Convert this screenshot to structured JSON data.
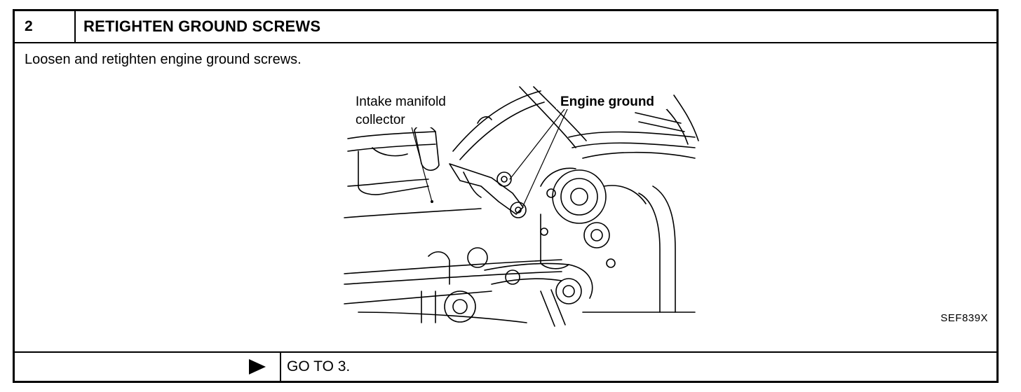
{
  "header": {
    "step_number": "2",
    "title": "RETIGHTEN GROUND SCREWS"
  },
  "instruction": "Loosen and retighten engine ground screws.",
  "figure": {
    "label_intake_line1": "Intake manifold",
    "label_intake_line2": "collector",
    "label_engine_ground": "Engine ground",
    "code": "SEF839X"
  },
  "footer": {
    "next_step": "GO TO 3."
  }
}
